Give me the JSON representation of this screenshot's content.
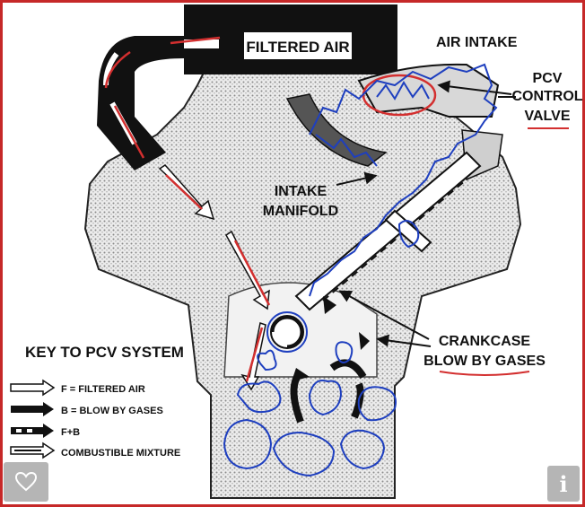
{
  "diagram": {
    "labels": {
      "filtered_air": "FILTERED AIR",
      "air_intake": "AIR INTAKE",
      "pcv_line1": "PCV",
      "pcv_line2": "CONTROL",
      "pcv_line3": "VALVE",
      "intake_line1": "INTAKE",
      "intake_line2": "MANIFOLD",
      "crankcase_line1": "CRANKCASE",
      "crankcase_line2": "BLOW BY GASES"
    },
    "key": {
      "title": "KEY TO PCV SYSTEM",
      "items": [
        "F = FILTERED AIR",
        "B = BLOW BY GASES",
        "F+B",
        "COMBUSTIBLE MIXTURE"
      ]
    }
  },
  "ui": {
    "favorite_icon": "heart-icon",
    "info_label": "i"
  },
  "colors": {
    "frame": "#c62828",
    "annotation_red": "#d32f2f",
    "annotation_blue": "#1e3fbf",
    "engine_texture": "#d9d9d9"
  }
}
